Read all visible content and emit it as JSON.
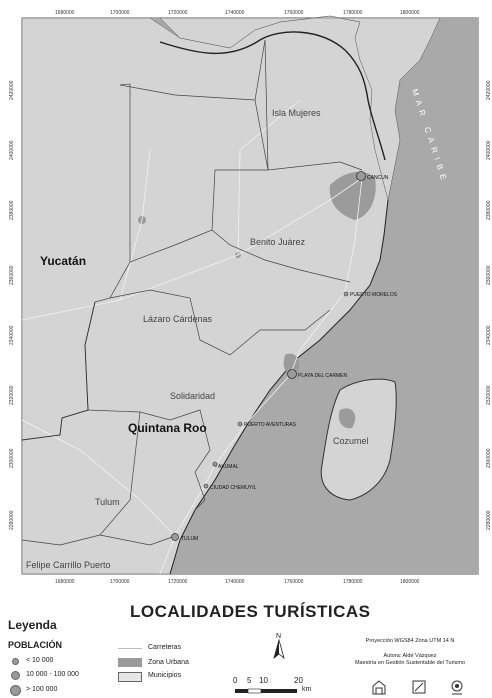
{
  "map": {
    "x_ticks": [
      "1680000",
      "1700000",
      "1720000",
      "1740000",
      "1760000",
      "1780000",
      "1800000"
    ],
    "y_ticks": [
      "2420000",
      "2400000",
      "2380000",
      "2360000",
      "2340000",
      "2320000",
      "2300000",
      "2280000"
    ],
    "states": {
      "yucatan": "Yucatán",
      "quintana_roo": "Quintana Roo"
    },
    "sea_label": "MAR CARIBE",
    "municipalities": [
      "Isla Mujeres",
      "Benito Juárez",
      "Lázaro Cárdenas",
      "Solidaridad",
      "Cozumel",
      "Tulum",
      "Felipe Carrillo Puerto"
    ],
    "localities": [
      "CANCUN",
      "PUERTO MORELOS",
      "PLAYA DEL CARMEN",
      "PUERTO AVENTURAS",
      "AKUMAL",
      "CIUDAD CHEMUYIL",
      "TULUM"
    ],
    "colors": {
      "land": "#d4d4d4",
      "sea": "#a9a9a9",
      "urban": "#9b9b9b",
      "boundary": "#444444"
    }
  },
  "legend": {
    "title": "Leyenda",
    "map_title": "LOCALIDADES TURÍSTICAS",
    "population_title": "POBLACIÓN",
    "population_classes": [
      "< 10 000",
      "10 000 - 100 000",
      "> 100 000"
    ],
    "symbols": [
      "Carreteras",
      "Zona Urbana",
      "Municipios"
    ],
    "north": "N",
    "scale_labels": [
      "0",
      "5",
      "10",
      "20"
    ],
    "scale_unit": "km",
    "credits": [
      "Proyección WGS84 Zona UTM 14 N",
      "Autora: Aldé Vázquez",
      "Maestría en Gestión Sustentable del Turismo"
    ],
    "logo_icons": [
      "university-seal-icon",
      "institute-logo-icon",
      "uqroo-logo-icon"
    ]
  }
}
